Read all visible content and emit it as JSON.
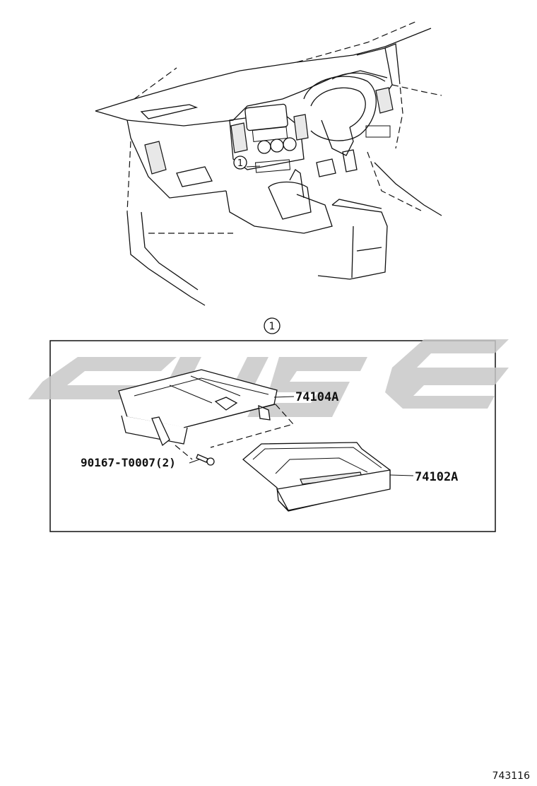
{
  "callout": {
    "number": "1"
  },
  "parts": {
    "part_1": "74104A",
    "part_2": "74102A",
    "part_3": "90167-T0007(2)"
  },
  "reference": {
    "diagram_id": "743116"
  },
  "colors": {
    "line": "#111111",
    "watermark": "#c8c8c8",
    "background": "#ffffff"
  }
}
